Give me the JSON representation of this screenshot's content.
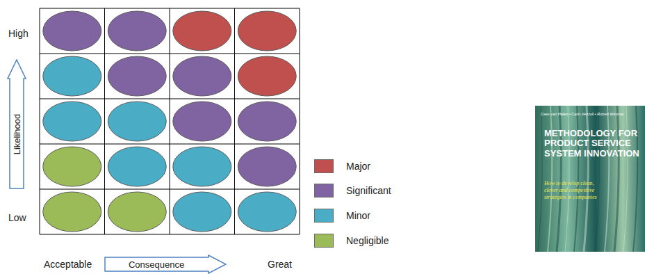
{
  "diagram": {
    "nodes": [
      {
        "text": [
          "Likelihood"
        ]
      },
      {
        "text": [
          "Consequence"
        ]
      }
    ],
    "labels": [
      "High",
      "Low",
      "Acceptable",
      "Great",
      "Cees van Halen • Carlo Vezzoli • Robert Wimmer",
      "METHODOLOGY FOR PRODUCT SERVICE SYSTEM INNOVATION",
      "How to develop clean, clever and competitive strategies in companies"
    ],
    "legend": [
      {
        "text": "Major",
        "color": "#c0504d"
      },
      {
        "text": "Significant",
        "color": "#8064a2"
      },
      {
        "text": "Minor",
        "color": "#4bacc6"
      },
      {
        "text": "Negligible",
        "color": "#9bbb59"
      }
    ]
  }
}
